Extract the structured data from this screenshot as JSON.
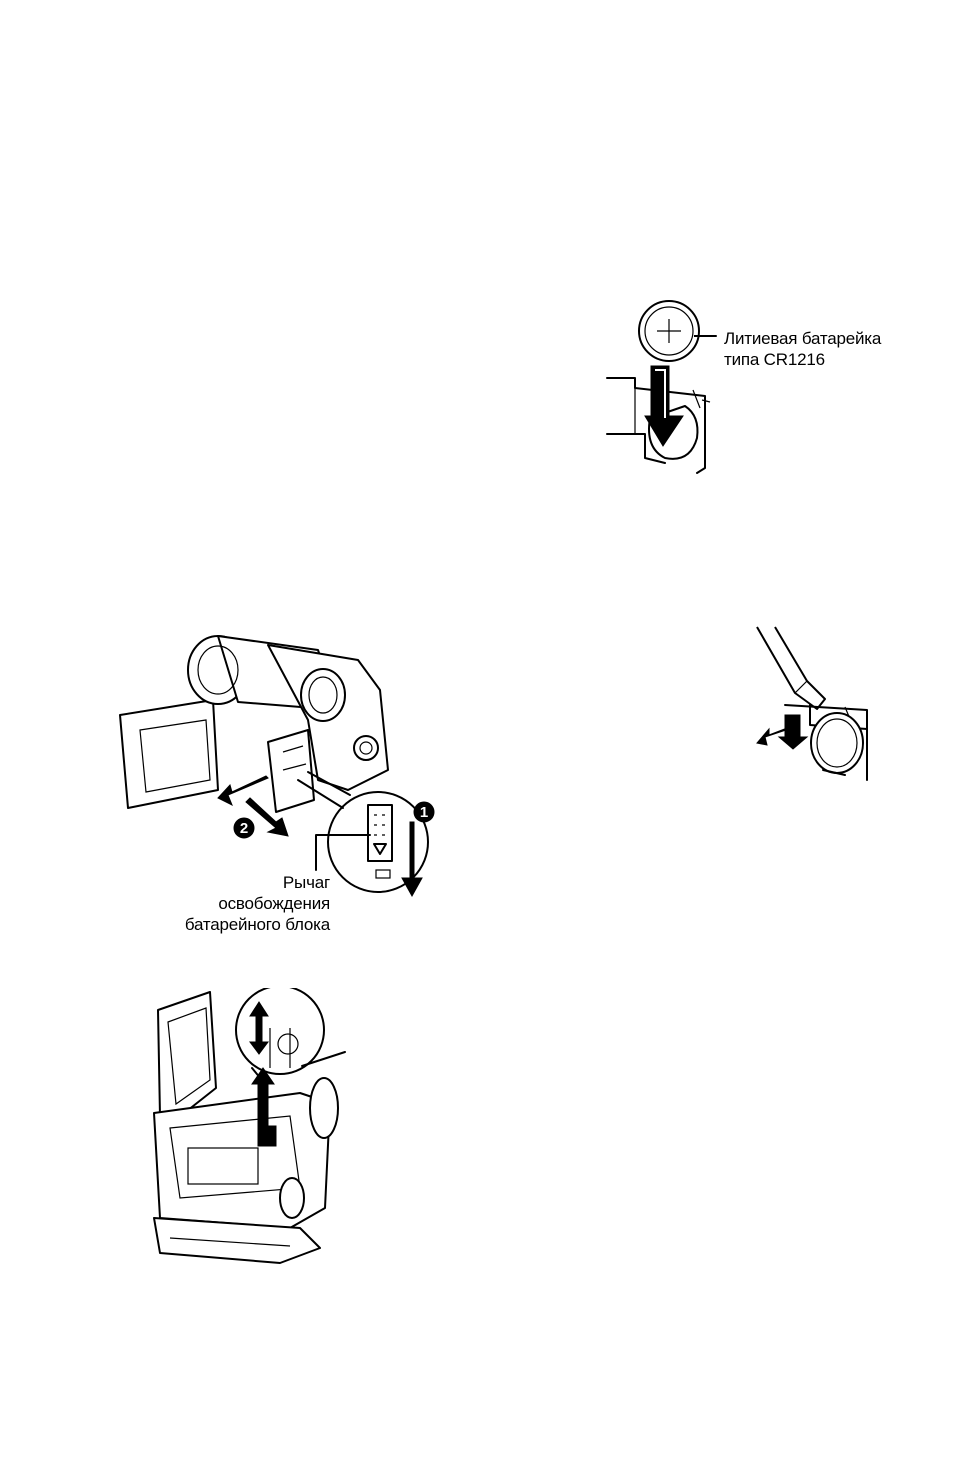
{
  "figures": {
    "lithium_battery": {
      "label_line1": "Литиевая батарейка",
      "label_line2": "типа CR1216"
    },
    "battery_pack_removal": {
      "step1": "1",
      "step2": "2",
      "label_line1": "Рычаг освобождения",
      "label_line2": "батарейного блока"
    }
  },
  "icons": [
    "coin-battery-icon",
    "down-arrow-icon",
    "release-lever-icon",
    "camcorder-icon",
    "pen-icon",
    "up-arrow-icon"
  ]
}
